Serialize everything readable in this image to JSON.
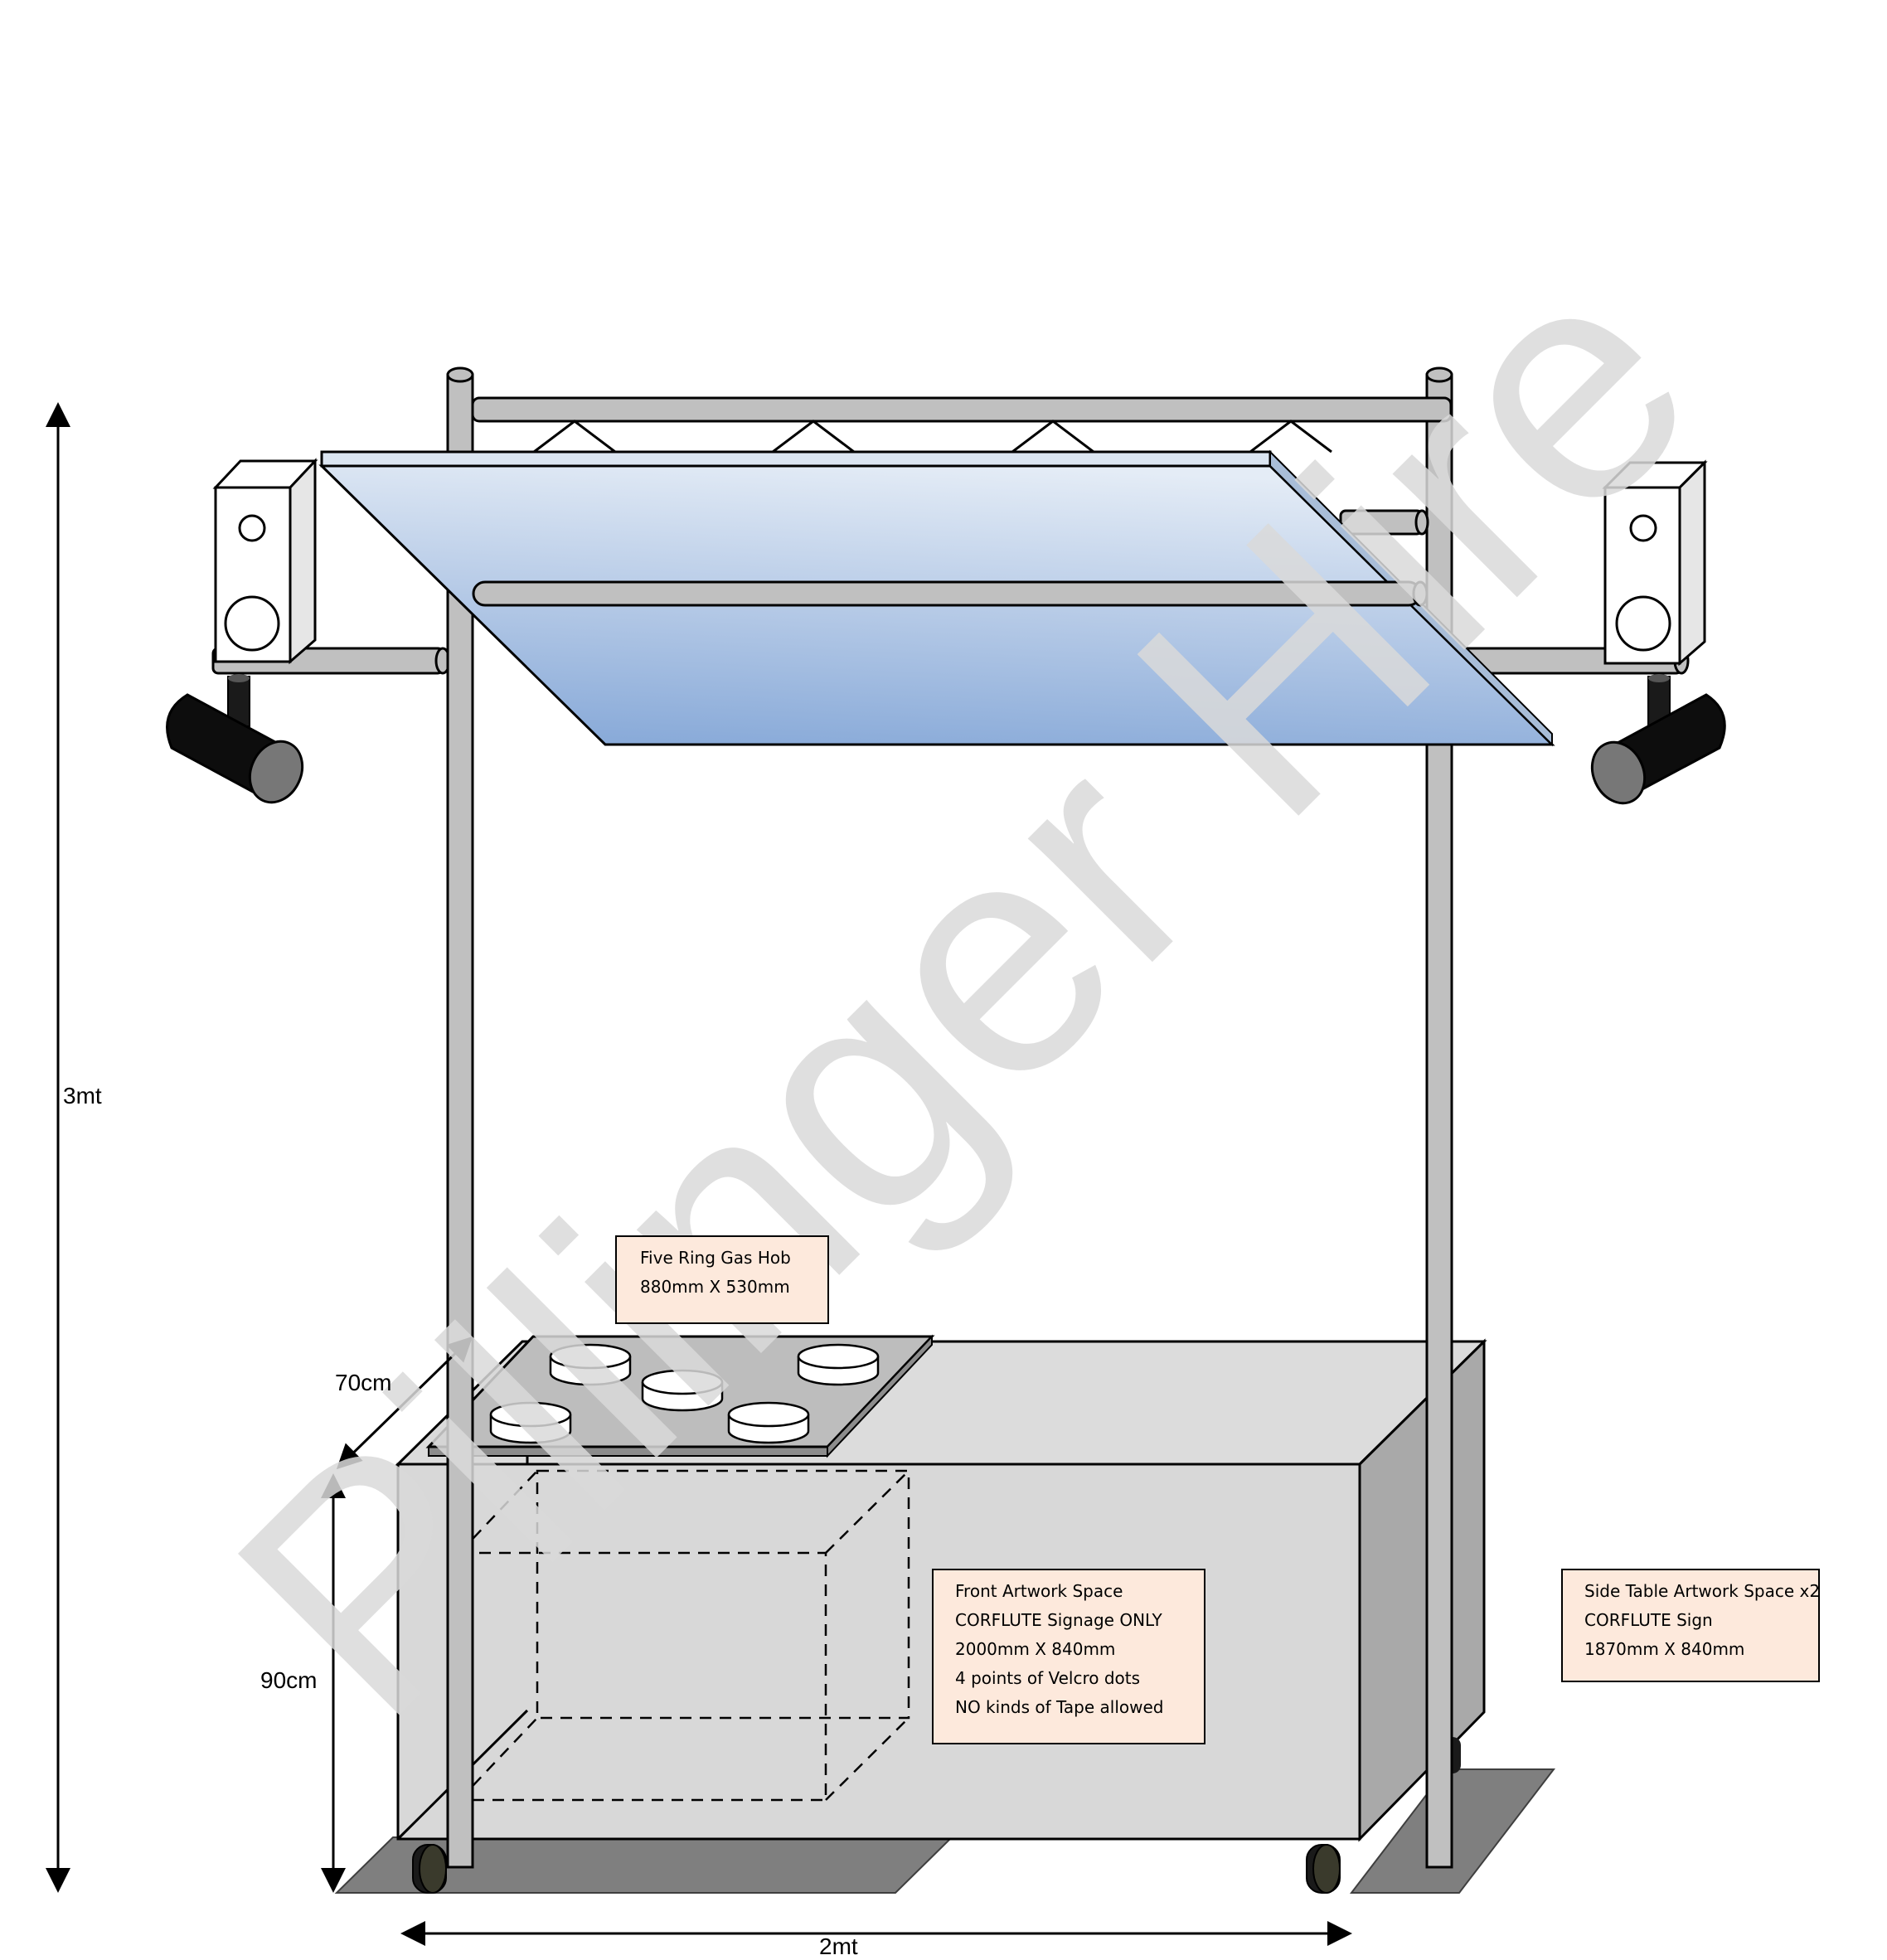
{
  "watermark": "Pillinger Hire",
  "dimensions": {
    "height": "3mt",
    "width": "2mt",
    "depth": "70cm",
    "table_height": "90cm"
  },
  "labels": {
    "hob": [
      "Five Ring Gas Hob",
      "880mm X 530mm"
    ],
    "front_artwork": [
      "Front Artwork Space",
      "CORFLUTE Signage ONLY",
      "2000mm X 840mm",
      "4 points of Velcro dots",
      "NO kinds of Tape allowed"
    ],
    "side_artwork": [
      "Side Table Artwork Space x2",
      "CORFLUTE Sign",
      "1870mm X 840mm"
    ]
  },
  "colors": {
    "frame": "#c0c0c0",
    "canopy_top": "#dde7f3",
    "canopy_bottom": "#8fb0dc",
    "table_front": "#d9d9d9",
    "table_side": "#a9a9a9",
    "label_bg": "#fde9dc",
    "watermark": "#d9d9d9"
  }
}
